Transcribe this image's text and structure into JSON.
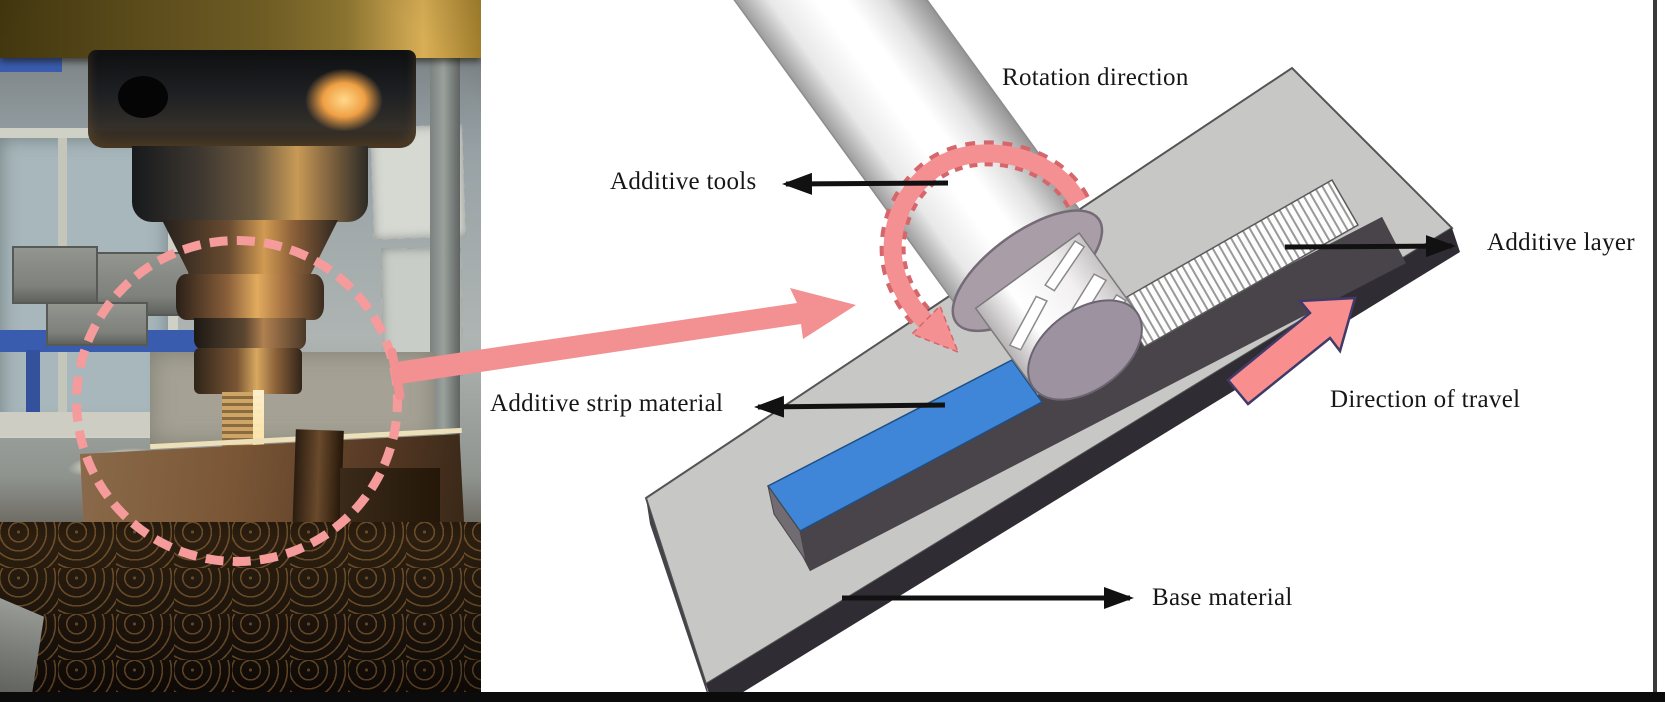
{
  "figure": {
    "type": "process-schematic-with-photo",
    "diagram": {
      "labels": {
        "rotation_direction": "Rotation direction",
        "additive_tools": "Additive tools",
        "additive_strip_material": "Additive strip material",
        "additive_layer": "Additive layer",
        "direction_of_travel": "Direction of travel",
        "base_material": "Base material"
      },
      "colors": {
        "strip_blue": "#3f86d8",
        "accent_pink": "#f59092",
        "travel_arrow_pink": "#f88e8e",
        "travel_arrow_outline": "#403a68",
        "plate_gray": "#c7c7c5",
        "plate_side_dark": "#2f2d33",
        "channel_dark": "#49434a",
        "tool_collar_mauve": "#a99da8",
        "tool_end_face_mauve": "#9d92a0",
        "label_arrow_black": "#111111",
        "highlight_circle_pink": "#f59b9c"
      }
    }
  }
}
